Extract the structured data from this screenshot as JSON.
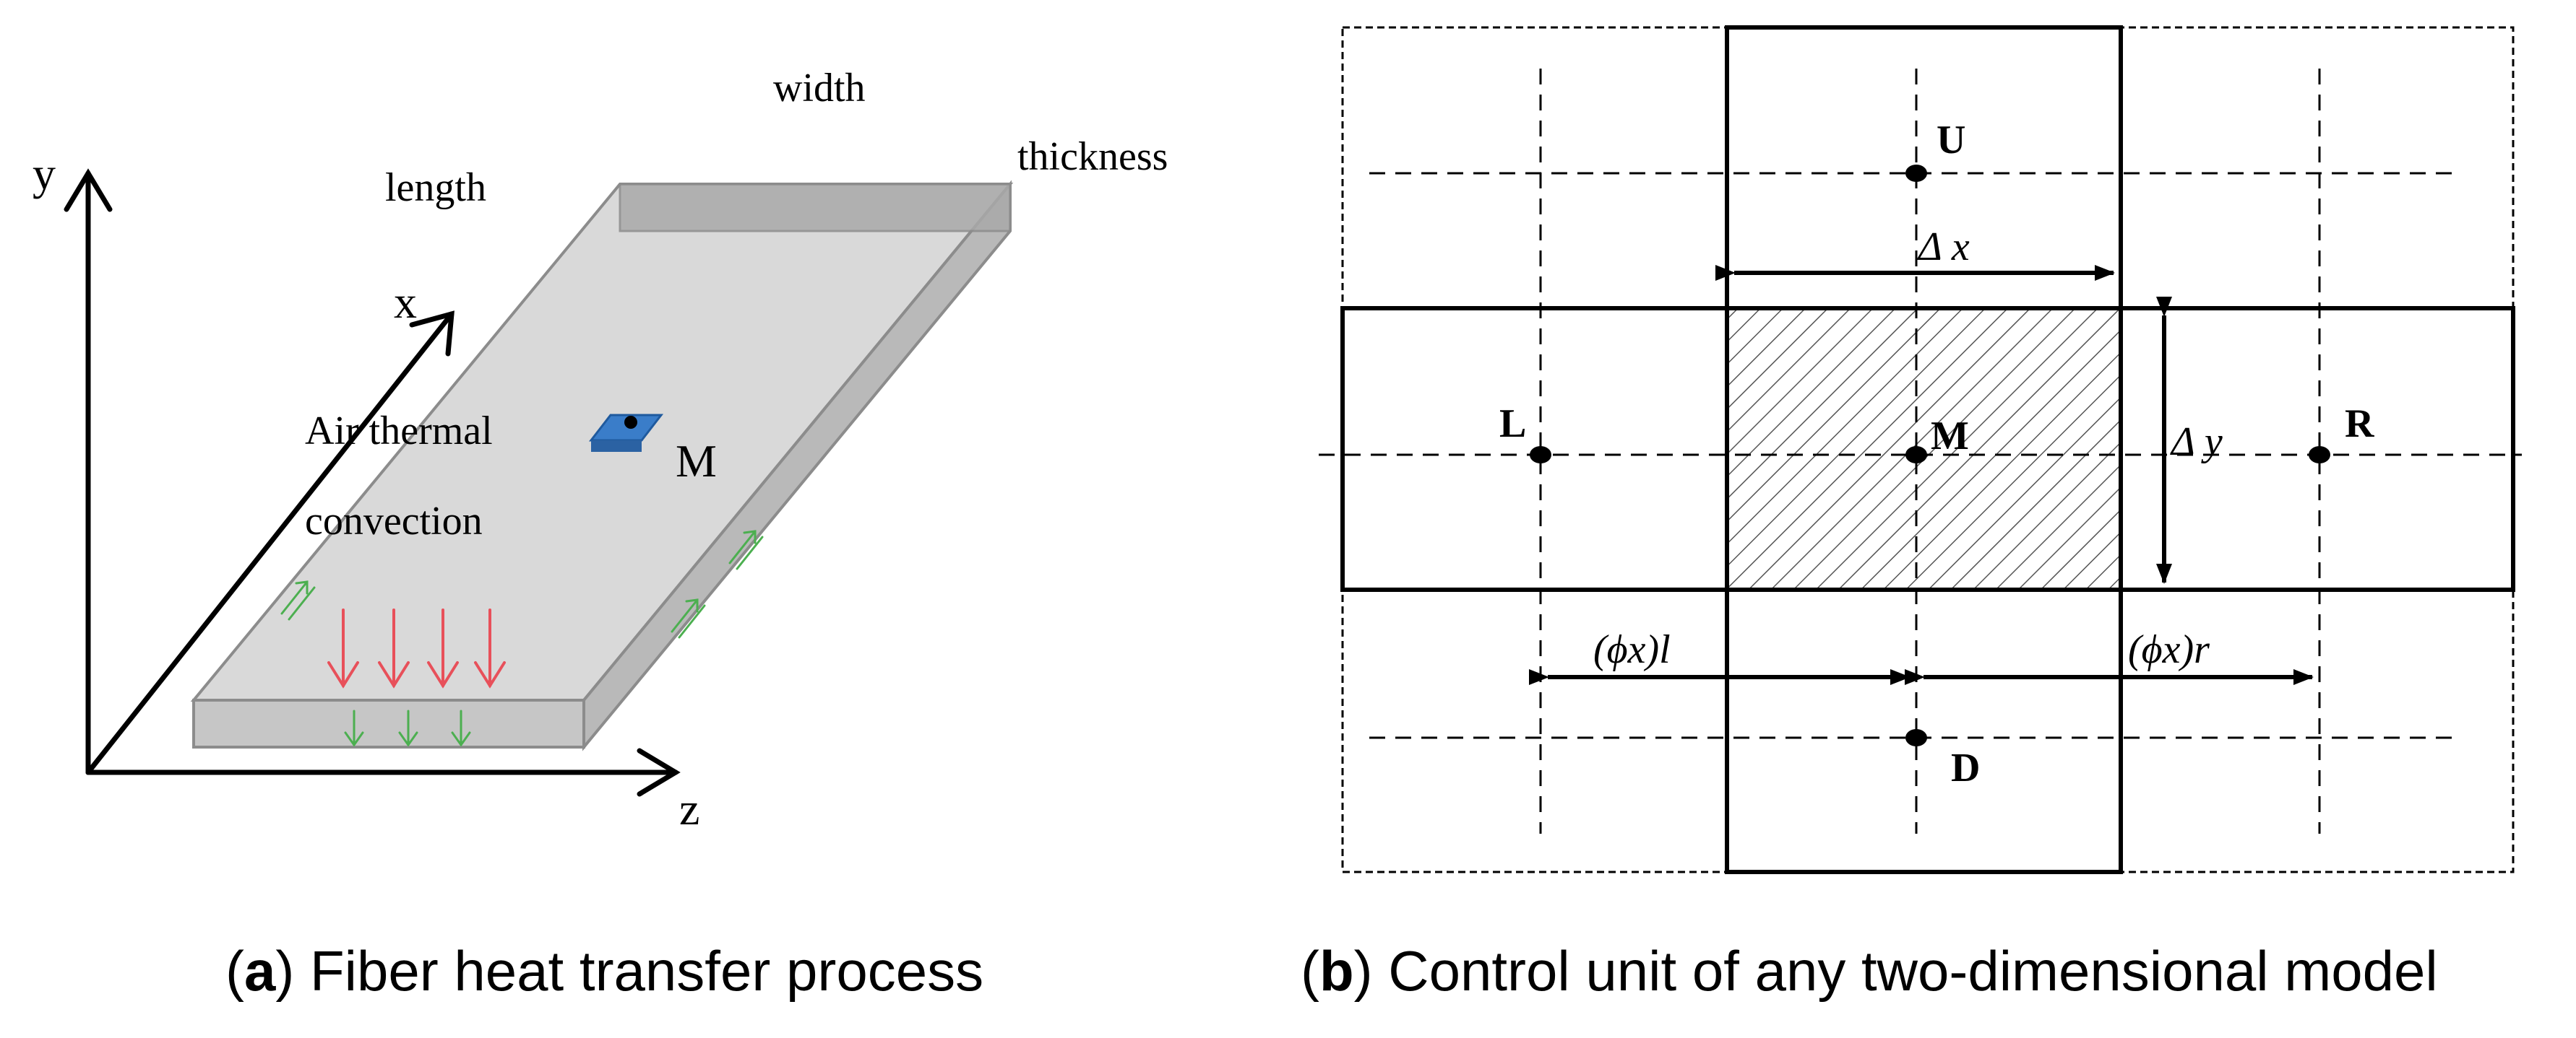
{
  "panel_a": {
    "axis_y": "y",
    "axis_x": "x",
    "axis_z": "z",
    "label_width": "width",
    "label_length": "length",
    "label_thickness": "thickness",
    "label_air_1": "Air thermal",
    "label_air_2": "convection",
    "label_M": "M",
    "caption_letter": "a",
    "caption_text": " Fiber heat transfer process",
    "colors": {
      "plate_top": "#d9d9d9",
      "plate_edge": "#9a9a9a",
      "element": "#3a7dc9",
      "heat_arrow": "#e8505a",
      "flow_arrow": "#4caf50"
    }
  },
  "panel_b": {
    "node_U": "U",
    "node_L": "L",
    "node_M": "M",
    "node_R": "R",
    "node_D": "D",
    "delta_x": "Δ x",
    "delta_y": "Δ y",
    "phi_left": "(ϕx)l",
    "phi_right": "(ϕx)r",
    "caption_letter": "b",
    "caption_text": " Control unit of any two-dimensional model"
  }
}
